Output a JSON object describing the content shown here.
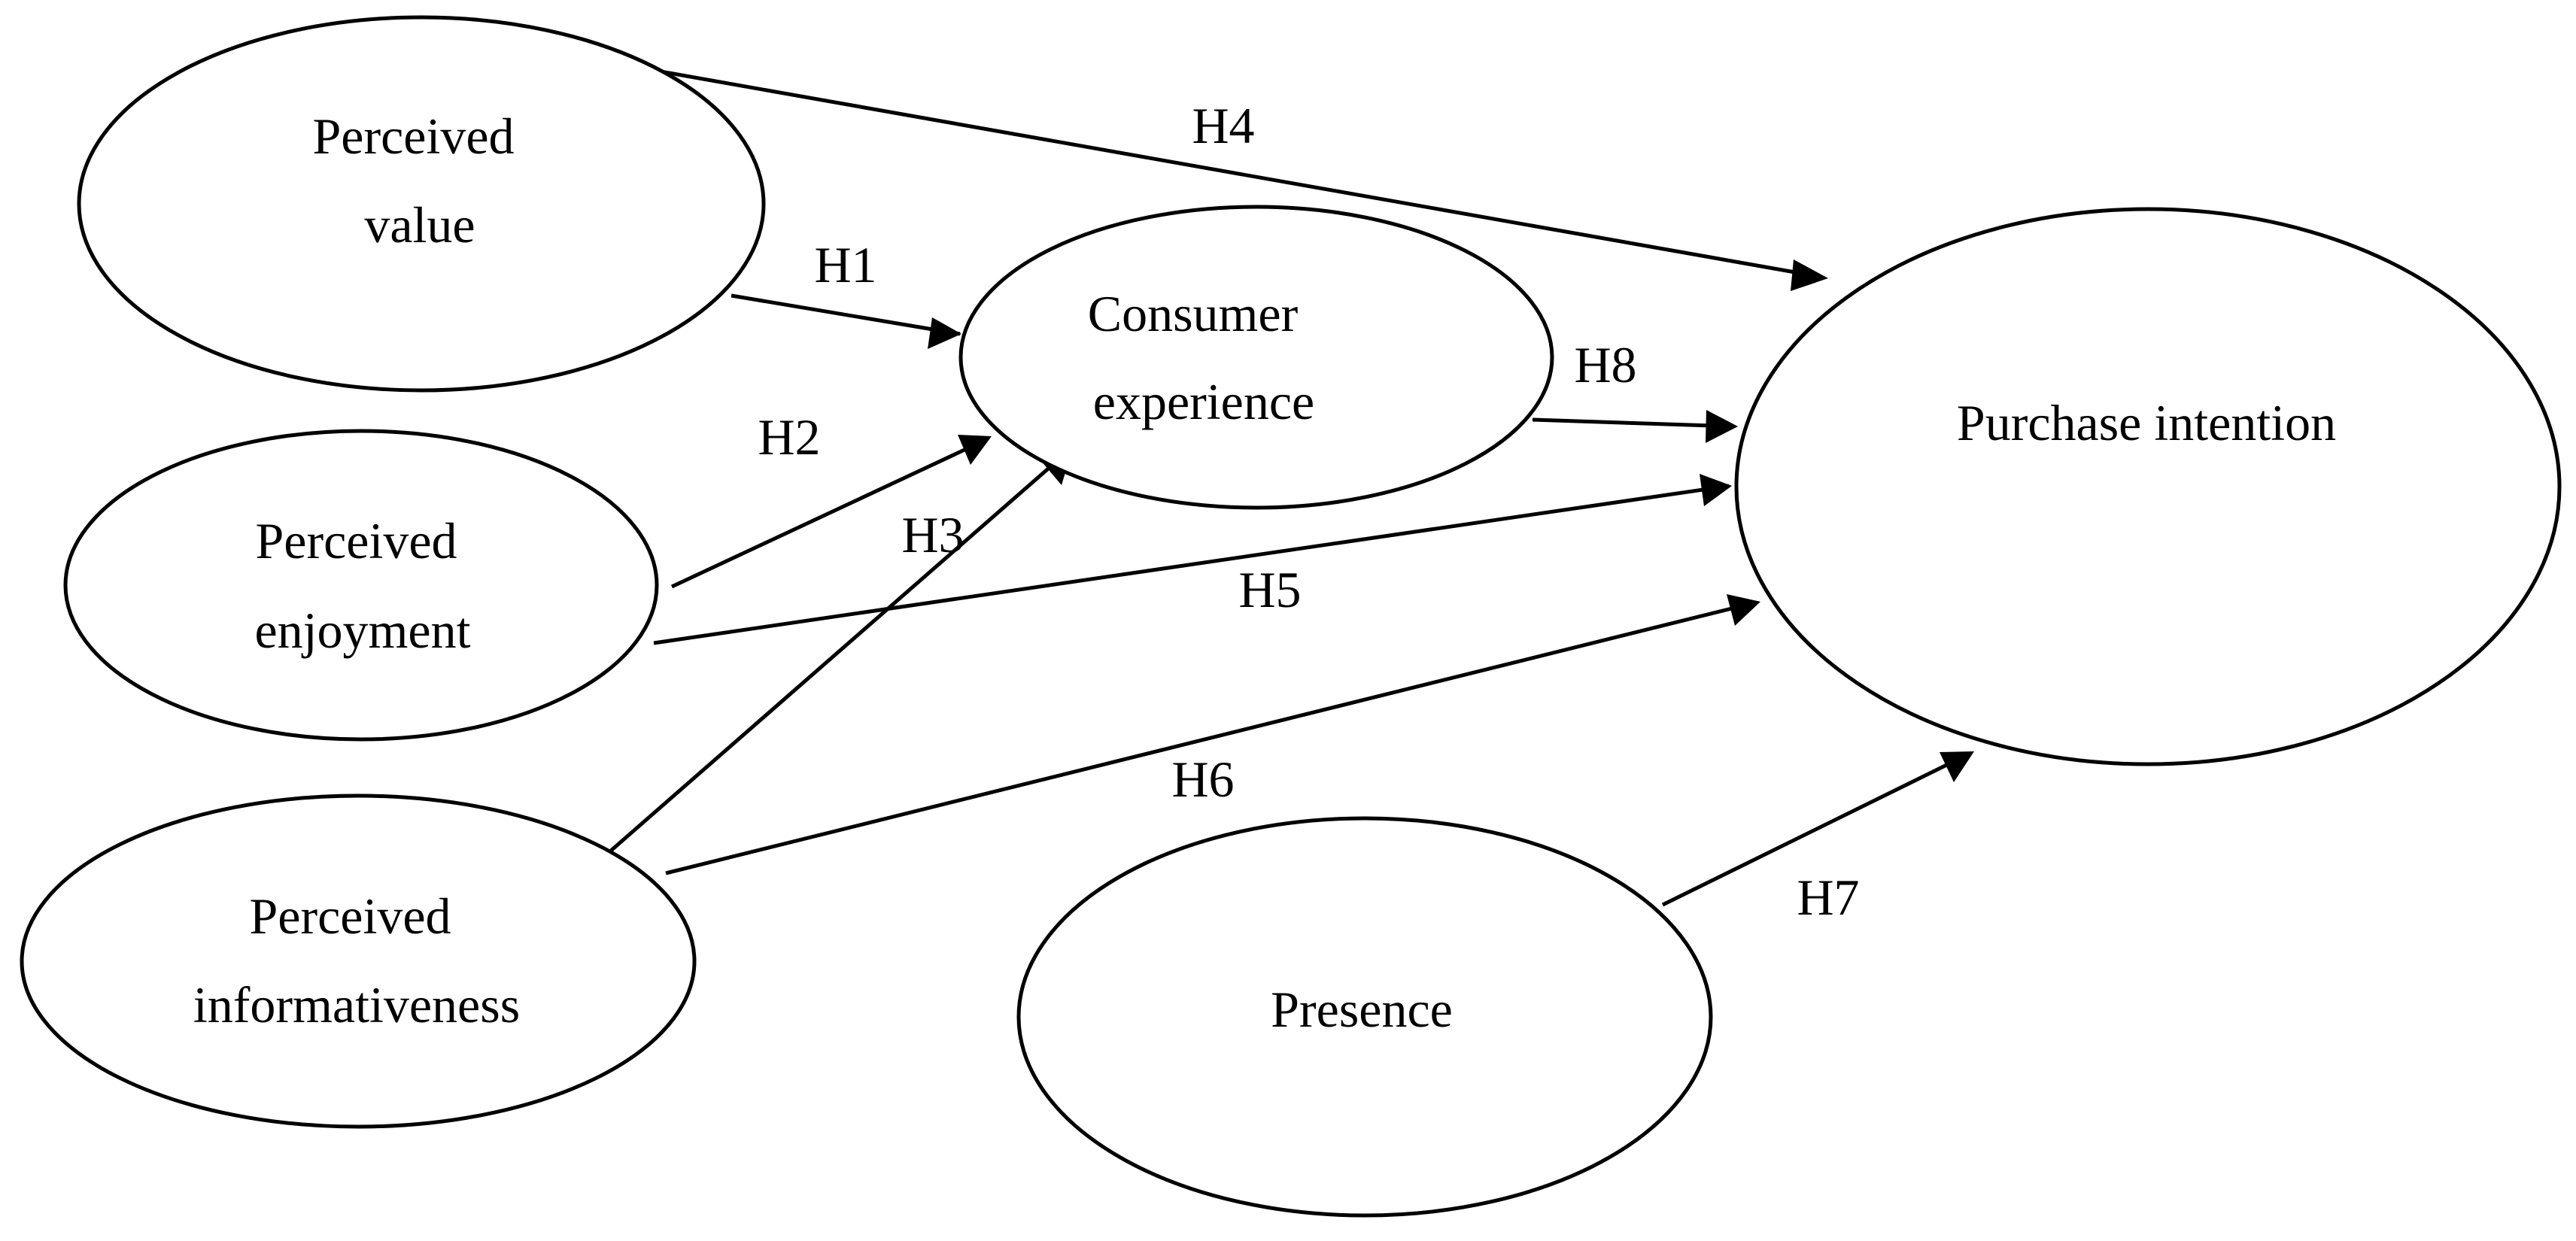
{
  "diagram": {
    "nodes": {
      "perceived_value": {
        "lines": [
          "Perceived",
          "value"
        ]
      },
      "perceived_enjoyment": {
        "lines": [
          "Perceived",
          "enjoyment"
        ]
      },
      "perceived_informativeness": {
        "lines": [
          "Perceived",
          "informativeness"
        ]
      },
      "consumer_experience": {
        "lines": [
          "Consumer",
          "experience"
        ]
      },
      "presence": {
        "lines": [
          "Presence"
        ]
      },
      "purchase_intention": {
        "lines": [
          "Purchase intention"
        ]
      }
    },
    "edges": [
      {
        "id": "h1",
        "label": "H1",
        "from": "Perceived value",
        "to": "Consumer experience"
      },
      {
        "id": "h2",
        "label": "H2",
        "from": "Perceived enjoyment",
        "to": "Consumer experience"
      },
      {
        "id": "h3",
        "label": "H3",
        "from": "Perceived informativeness",
        "to": "Consumer experience"
      },
      {
        "id": "h4",
        "label": "H4",
        "from": "Perceived value",
        "to": "Purchase intention"
      },
      {
        "id": "h5",
        "label": "H5",
        "from": "Perceived enjoyment",
        "to": "Purchase intention"
      },
      {
        "id": "h6",
        "label": "H6",
        "from": "Perceived informativeness",
        "to": "Purchase intention"
      },
      {
        "id": "h7",
        "label": "H7",
        "from": "Presence",
        "to": "Purchase intention"
      },
      {
        "id": "h8",
        "label": "H8",
        "from": "Consumer experience",
        "to": "Purchase intention"
      }
    ],
    "colors": {
      "stroke": "#000000",
      "fill": "#ffffff",
      "background": "#ffffff"
    }
  }
}
